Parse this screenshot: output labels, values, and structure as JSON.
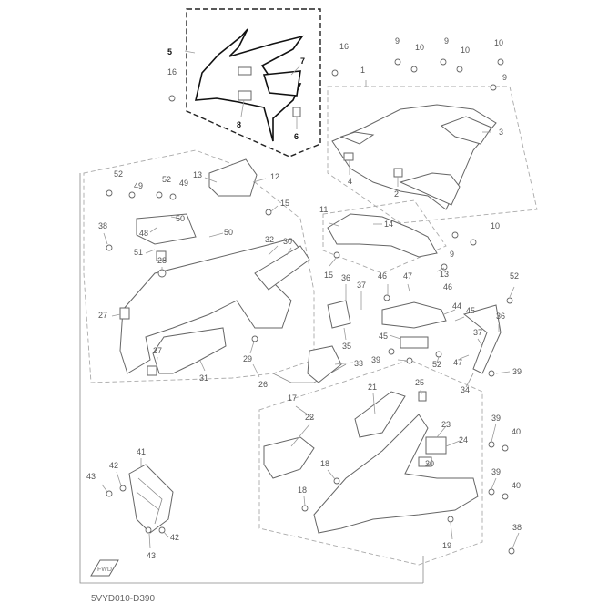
{
  "diagram": {
    "code": "5VYD010-D390",
    "logo_text": "FWD",
    "callouts": [
      {
        "id": "c1",
        "label": "1"
      },
      {
        "id": "c2",
        "label": "2"
      },
      {
        "id": "c3",
        "label": "3"
      },
      {
        "id": "c4",
        "label": "4"
      },
      {
        "id": "c5",
        "label": "5"
      },
      {
        "id": "c6",
        "label": "6"
      },
      {
        "id": "c7",
        "label": "7"
      },
      {
        "id": "c8",
        "label": "8"
      },
      {
        "id": "c9a",
        "label": "9"
      },
      {
        "id": "c9b",
        "label": "9"
      },
      {
        "id": "c9c",
        "label": "9"
      },
      {
        "id": "c9d",
        "label": "9"
      },
      {
        "id": "c10a",
        "label": "10"
      },
      {
        "id": "c10b",
        "label": "10"
      },
      {
        "id": "c10c",
        "label": "10"
      },
      {
        "id": "c10d",
        "label": "10"
      },
      {
        "id": "c11",
        "label": "11"
      },
      {
        "id": "c12",
        "label": "12"
      },
      {
        "id": "c13a",
        "label": "13"
      },
      {
        "id": "c13b",
        "label": "13"
      },
      {
        "id": "c14",
        "label": "14"
      },
      {
        "id": "c15a",
        "label": "15"
      },
      {
        "id": "c15b",
        "label": "15"
      },
      {
        "id": "c16a",
        "label": "16"
      },
      {
        "id": "c16b",
        "label": "16"
      },
      {
        "id": "c17",
        "label": "17"
      },
      {
        "id": "c18a",
        "label": "18"
      },
      {
        "id": "c18b",
        "label": "18"
      },
      {
        "id": "c19",
        "label": "19"
      },
      {
        "id": "c20",
        "label": "20"
      },
      {
        "id": "c21",
        "label": "21"
      },
      {
        "id": "c22",
        "label": "22"
      },
      {
        "id": "c23",
        "label": "23"
      },
      {
        "id": "c24",
        "label": "24"
      },
      {
        "id": "c25",
        "label": "25"
      },
      {
        "id": "c26",
        "label": "26"
      },
      {
        "id": "c27a",
        "label": "27"
      },
      {
        "id": "c27b",
        "label": "27"
      },
      {
        "id": "c28",
        "label": "28"
      },
      {
        "id": "c29",
        "label": "29"
      },
      {
        "id": "c30",
        "label": "30"
      },
      {
        "id": "c31",
        "label": "31"
      },
      {
        "id": "c32",
        "label": "32"
      },
      {
        "id": "c33",
        "label": "33"
      },
      {
        "id": "c34",
        "label": "34"
      },
      {
        "id": "c35",
        "label": "35"
      },
      {
        "id": "c36a",
        "label": "36"
      },
      {
        "id": "c36b",
        "label": "36"
      },
      {
        "id": "c37a",
        "label": "37"
      },
      {
        "id": "c37b",
        "label": "37"
      },
      {
        "id": "c38a",
        "label": "38"
      },
      {
        "id": "c38b",
        "label": "38"
      },
      {
        "id": "c39a",
        "label": "39"
      },
      {
        "id": "c39b",
        "label": "39"
      },
      {
        "id": "c39c",
        "label": "39"
      },
      {
        "id": "c39d",
        "label": "39"
      },
      {
        "id": "c40a",
        "label": "40"
      },
      {
        "id": "c40b",
        "label": "40"
      },
      {
        "id": "c41",
        "label": "41"
      },
      {
        "id": "c42a",
        "label": "42"
      },
      {
        "id": "c42b",
        "label": "42"
      },
      {
        "id": "c43a",
        "label": "43"
      },
      {
        "id": "c43b",
        "label": "43"
      },
      {
        "id": "c44",
        "label": "44"
      },
      {
        "id": "c45a",
        "label": "45"
      },
      {
        "id": "c45b",
        "label": "45"
      },
      {
        "id": "c46a",
        "label": "46"
      },
      {
        "id": "c46b",
        "label": "46"
      },
      {
        "id": "c47a",
        "label": "47"
      },
      {
        "id": "c47b",
        "label": "47"
      },
      {
        "id": "c48",
        "label": "48"
      },
      {
        "id": "c49a",
        "label": "49"
      },
      {
        "id": "c49b",
        "label": "49"
      },
      {
        "id": "c50a",
        "label": "50"
      },
      {
        "id": "c50b",
        "label": "50"
      },
      {
        "id": "c51",
        "label": "51"
      },
      {
        "id": "c52a",
        "label": "52"
      },
      {
        "id": "c52b",
        "label": "52"
      },
      {
        "id": "c52c",
        "label": "52"
      },
      {
        "id": "c52d",
        "label": "52"
      }
    ]
  }
}
